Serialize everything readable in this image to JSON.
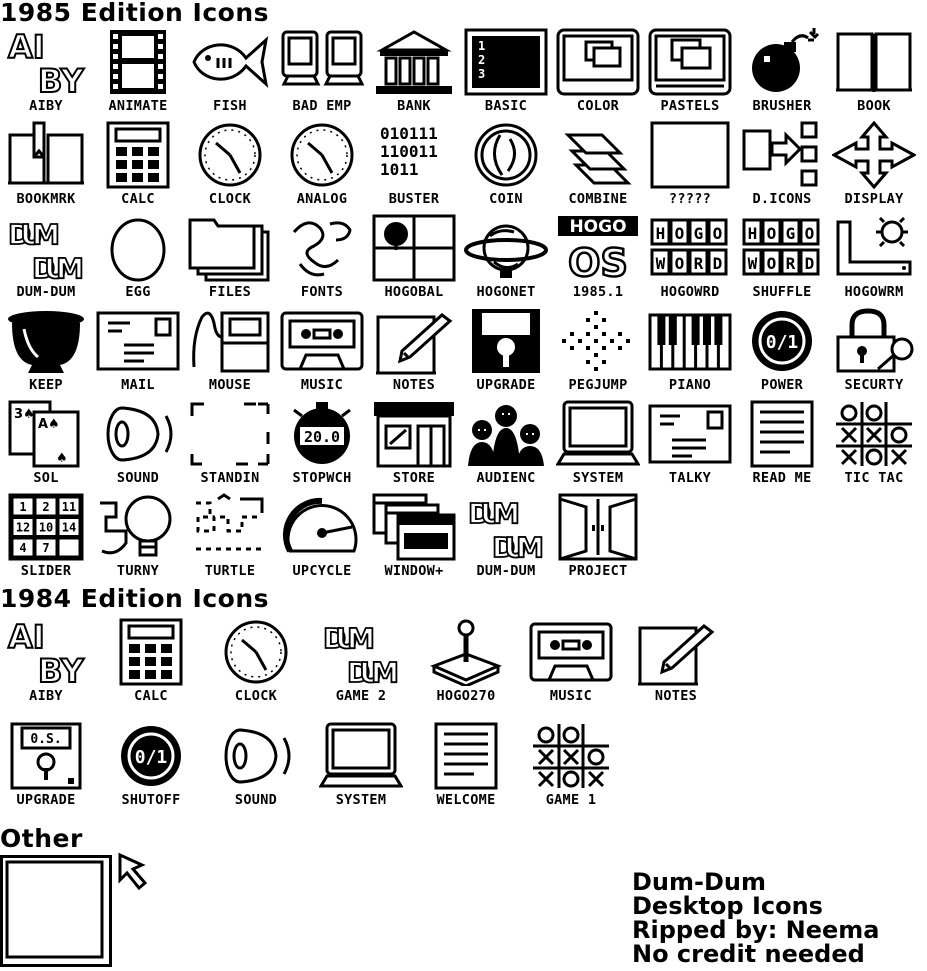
{
  "sections": {
    "s1985": "1985 Edition Icons",
    "s1984": "1984 Edition Icons",
    "other": "Other"
  },
  "icons1985": [
    {
      "label": "AIBY",
      "icon": "aiby-letters-icon"
    },
    {
      "label": "ANIMATE",
      "icon": "film-strip-icon"
    },
    {
      "label": "FISH",
      "icon": "fish-icon"
    },
    {
      "label": "BAD EMP",
      "icon": "two-computers-icon"
    },
    {
      "label": "BANK",
      "icon": "bank-building-icon"
    },
    {
      "label": "BASIC",
      "icon": "basic-terminal-icon"
    },
    {
      "label": "COLOR",
      "icon": "color-window-icon"
    },
    {
      "label": "PASTELS",
      "icon": "pastels-window-icon"
    },
    {
      "label": "BRUSHER",
      "icon": "bomb-icon"
    },
    {
      "label": "BOOK",
      "icon": "open-book-icon"
    },
    {
      "label": "BOOKMRK",
      "icon": "bookmark-book-icon"
    },
    {
      "label": "CALC",
      "icon": "calculator-icon"
    },
    {
      "label": "CLOCK",
      "icon": "clock-icon"
    },
    {
      "label": "ANALOG",
      "icon": "analog-clock-icon"
    },
    {
      "label": "BUSTER",
      "icon": "binary-grid-icon"
    },
    {
      "label": "COIN",
      "icon": "coin-icon"
    },
    {
      "label": "COMBINE",
      "icon": "stacked-papers-icon"
    },
    {
      "label": "?????",
      "icon": "blank-box-icon"
    },
    {
      "label": "D.ICONS",
      "icon": "desktop-icons-icon"
    },
    {
      "label": "DISPLAY",
      "icon": "four-arrows-icon"
    },
    {
      "label": "DUM-DUM",
      "icon": "dum-dum-logo-icon"
    },
    {
      "label": "EGG",
      "icon": "egg-icon"
    },
    {
      "label": "FILES",
      "icon": "folder-stack-icon"
    },
    {
      "label": "FONTS",
      "icon": "font-squiggle-icon"
    },
    {
      "label": "HOGOBAL",
      "icon": "hogobal-window-icon"
    },
    {
      "label": "HOGONET",
      "icon": "planet-icon"
    },
    {
      "label": "1985.1",
      "icon": "hogo-os-icon"
    },
    {
      "label": "HOGOWRD",
      "icon": "hogo-word-icon"
    },
    {
      "label": "SHUFFLE",
      "icon": "hogo-shuffle-icon"
    },
    {
      "label": "HOGOWRM",
      "icon": "worm-icon"
    },
    {
      "label": "KEEP",
      "icon": "cauldron-icon"
    },
    {
      "label": "MAIL",
      "icon": "envelope-icon"
    },
    {
      "label": "MOUSE",
      "icon": "mouse-icon"
    },
    {
      "label": "MUSIC",
      "icon": "cassette-icon"
    },
    {
      "label": "NOTES",
      "icon": "notepad-pen-icon"
    },
    {
      "label": "UPGRADE",
      "icon": "floppy-disk-icon"
    },
    {
      "label": "PEGJUMP",
      "icon": "peg-board-icon"
    },
    {
      "label": "PIANO",
      "icon": "piano-keys-icon"
    },
    {
      "label": "POWER",
      "icon": "power-switch-icon"
    },
    {
      "label": "SECURTY",
      "icon": "padlock-icon"
    },
    {
      "label": "SOL",
      "icon": "playing-cards-icon"
    },
    {
      "label": "SOUND",
      "icon": "speaker-icon"
    },
    {
      "label": "STANDIN",
      "icon": "dashed-box-icon"
    },
    {
      "label": "STOPWCH",
      "icon": "stopwatch-icon"
    },
    {
      "label": "STORE",
      "icon": "storefront-icon"
    },
    {
      "label": "AUDIENC",
      "icon": "audience-icon"
    },
    {
      "label": "SYSTEM",
      "icon": "monitor-icon"
    },
    {
      "label": "TALKY",
      "icon": "talky-letter-icon"
    },
    {
      "label": "READ ME",
      "icon": "document-icon"
    },
    {
      "label": "TIC TAC",
      "icon": "tic-tac-toe-icon"
    },
    {
      "label": "SLIDER",
      "icon": "slider-puzzle-icon"
    },
    {
      "label": "TURNY",
      "icon": "light-bulb-icon"
    },
    {
      "label": "TURTLE",
      "icon": "turtle-path-icon"
    },
    {
      "label": "UPCYCLE",
      "icon": "gauge-icon"
    },
    {
      "label": "WINDOW+",
      "icon": "windows-stack-icon"
    },
    {
      "label": "DUM-DUM",
      "icon": "dum-dum-logo-icon"
    },
    {
      "label": "PROJECT",
      "icon": "double-door-icon"
    }
  ],
  "icons1984": [
    {
      "label": "AIBY",
      "icon": "aiby-letters-icon"
    },
    {
      "label": "CALC",
      "icon": "calculator-icon"
    },
    {
      "label": "CLOCK",
      "icon": "clock-icon"
    },
    {
      "label": "GAME 2",
      "icon": "dum-dum-logo-icon"
    },
    {
      "label": "HOGO270",
      "icon": "joystick-icon"
    },
    {
      "label": "MUSIC",
      "icon": "cassette-icon"
    },
    {
      "label": "NOTES",
      "icon": "notepad-pen-icon"
    },
    {
      "label": "UPGRADE",
      "icon": "os-floppy-icon"
    },
    {
      "label": "SHUTOFF",
      "icon": "power-switch-icon"
    },
    {
      "label": "SOUND",
      "icon": "speaker-icon"
    },
    {
      "label": "SYSTEM",
      "icon": "monitor-icon"
    },
    {
      "label": "WELCOME",
      "icon": "document-icon"
    },
    {
      "label": "GAME 1",
      "icon": "tic-tac-toe-icon"
    }
  ],
  "icon_text": {
    "aiby": [
      "AI",
      "BY"
    ],
    "dum": [
      "DUM",
      "DUM"
    ],
    "hogo_os": [
      "HOGO",
      "OS"
    ],
    "hogo_word": [
      "HOGO",
      "WORD"
    ],
    "basic_lines": [
      "1",
      "2",
      "3"
    ],
    "binary": [
      "010111",
      "110011",
      "1011"
    ],
    "power": "0/1",
    "stopwatch": "20.0",
    "os_floppy": "0.S.",
    "slider": [
      "1",
      "2",
      "11",
      "12",
      "10",
      "14",
      "4",
      "7",
      ""
    ]
  },
  "other": {
    "window": "window-frame-icon",
    "pointer": "pointer-arrow-icon"
  },
  "credits": [
    "Dum-Dum",
    "Desktop Icons",
    "Ripped by: Neema",
    "No credit needed"
  ],
  "colors": {
    "ink": "#000000",
    "paper": "#ffffff"
  }
}
